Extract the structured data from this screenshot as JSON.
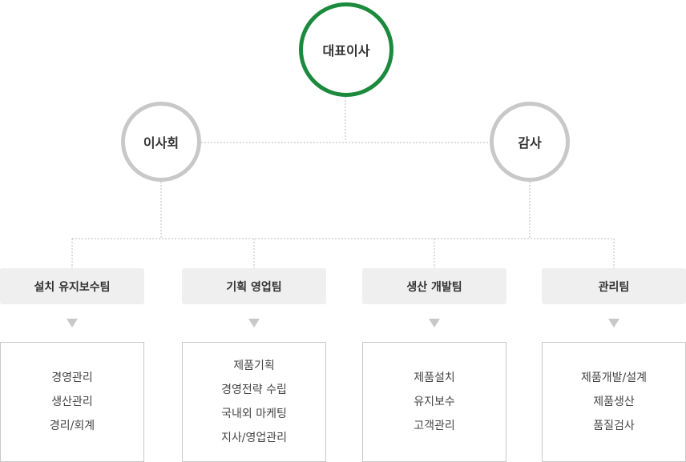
{
  "top": {
    "ceo": "대표이사",
    "board": "이사회",
    "audit": "감사"
  },
  "teams": [
    {
      "name": "설치 유지보수팀",
      "duties": [
        "경영관리",
        "생산관리",
        "경리/회계"
      ]
    },
    {
      "name": "기획 영업팀",
      "duties": [
        "제품기획",
        "경영전략 수립",
        "국내외 마케팅",
        "지사/영업관리"
      ]
    },
    {
      "name": "생산 개발팀",
      "duties": [
        "제품설치",
        "유지보수",
        "고객관리"
      ]
    },
    {
      "name": "관리팀",
      "duties": [
        "제품개발/설계",
        "제품생산",
        "품질검사"
      ]
    }
  ],
  "colors": {
    "ceo_ring": "#1b8a3c",
    "sub_ring": "#c8c8c8",
    "team_bg": "#efefef",
    "connector": "#bbbbbb"
  }
}
